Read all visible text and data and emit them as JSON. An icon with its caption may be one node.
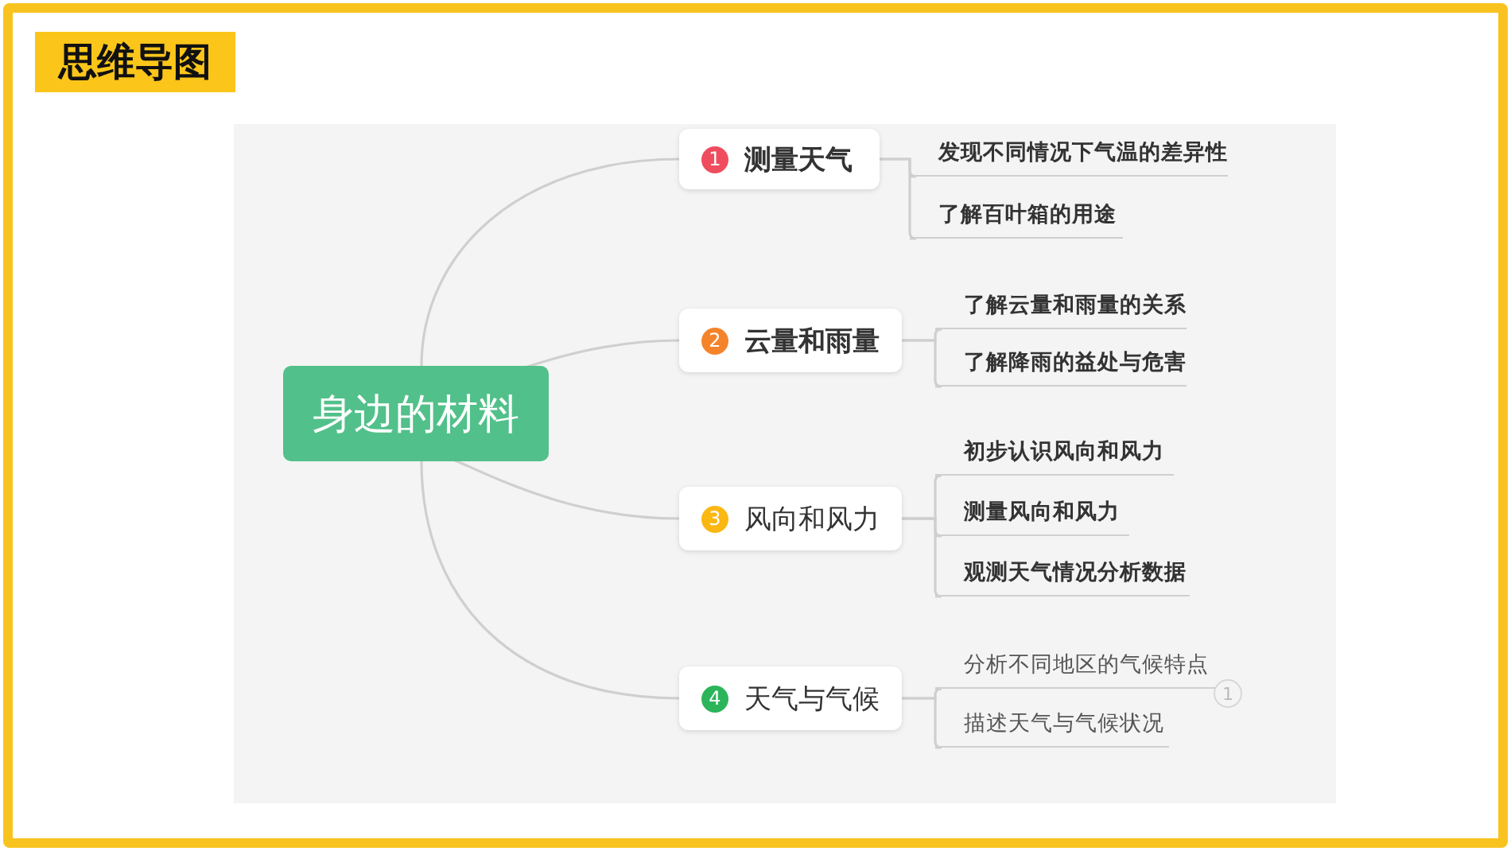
{
  "diagram": {
    "title": "思维导图",
    "nodes": [
      {
        "text": [
          "身边的材料"
        ]
      },
      {
        "text": [
          "1",
          "测量天气"
        ]
      },
      {
        "text": [
          "2",
          "云量和雨量"
        ]
      },
      {
        "text": [
          "3",
          "风向和风力"
        ]
      },
      {
        "text": [
          "4",
          "天气与气候"
        ]
      },
      {
        "text": [
          "发现不同情况下气温的差异性"
        ]
      },
      {
        "text": [
          "了解百叶箱的用途"
        ]
      },
      {
        "text": [
          "了解云量和雨量的关系"
        ]
      },
      {
        "text": [
          "了解降雨的益处与危害"
        ]
      },
      {
        "text": [
          "初步认识风向和风力"
        ]
      },
      {
        "text": [
          "测量风向和风力"
        ]
      },
      {
        "text": [
          "观测天气情况分析数据"
        ]
      },
      {
        "text": [
          "分析不同地区的气候特点"
        ]
      },
      {
        "text": [
          "描述天气与气候状况"
        ]
      }
    ],
    "edges": [
      {
        "from": 0,
        "to": 1,
        "arrow": "none"
      },
      {
        "from": 0,
        "to": 2,
        "arrow": "none"
      },
      {
        "from": 0,
        "to": 3,
        "arrow": "none"
      },
      {
        "from": 0,
        "to": 4,
        "arrow": "none"
      },
      {
        "from": 1,
        "to": 5,
        "arrow": "none"
      },
      {
        "from": 1,
        "to": 6,
        "arrow": "none"
      },
      {
        "from": 2,
        "to": 7,
        "arrow": "none"
      },
      {
        "from": 2,
        "to": 8,
        "arrow": "none"
      },
      {
        "from": 3,
        "to": 9,
        "arrow": "none"
      },
      {
        "from": 3,
        "to": 10,
        "arrow": "none"
      },
      {
        "from": 3,
        "to": 11,
        "arrow": "none"
      },
      {
        "from": 4,
        "to": 12,
        "arrow": "none"
      },
      {
        "from": 4,
        "to": 13,
        "arrow": "none"
      }
    ],
    "labels": [
      "1"
    ]
  }
}
